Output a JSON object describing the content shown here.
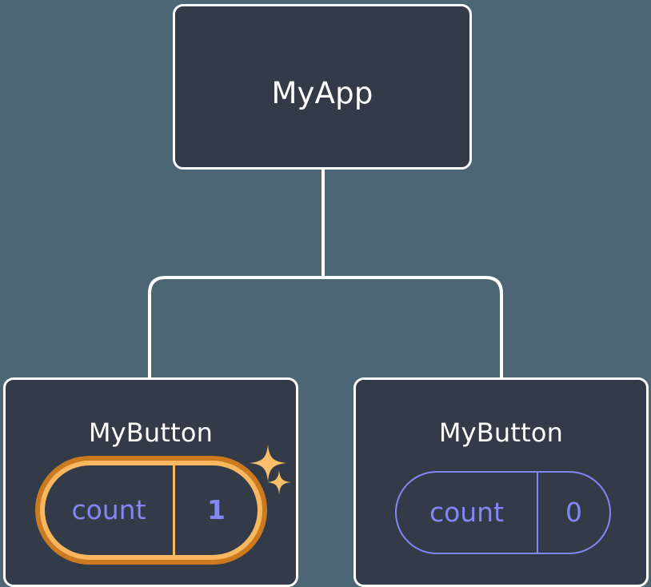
{
  "diagram": {
    "type": "component-tree",
    "background_color": "#4d6673",
    "node_fill_color": "#343b48",
    "node_border_color": "#ffffff",
    "connector_color": "#ffffff",
    "state_text_color": "#8287f5",
    "highlight_outer_color": "#cc7a1f",
    "highlight_inner_color": "#f9b860",
    "root": {
      "label": "MyApp"
    },
    "children": [
      {
        "label": "MyButton",
        "state": {
          "key": "count",
          "value": "1"
        },
        "highlighted": true,
        "sparkles": 2
      },
      {
        "label": "MyButton",
        "state": {
          "key": "count",
          "value": "0"
        },
        "highlighted": false,
        "sparkles": 0
      }
    ]
  }
}
